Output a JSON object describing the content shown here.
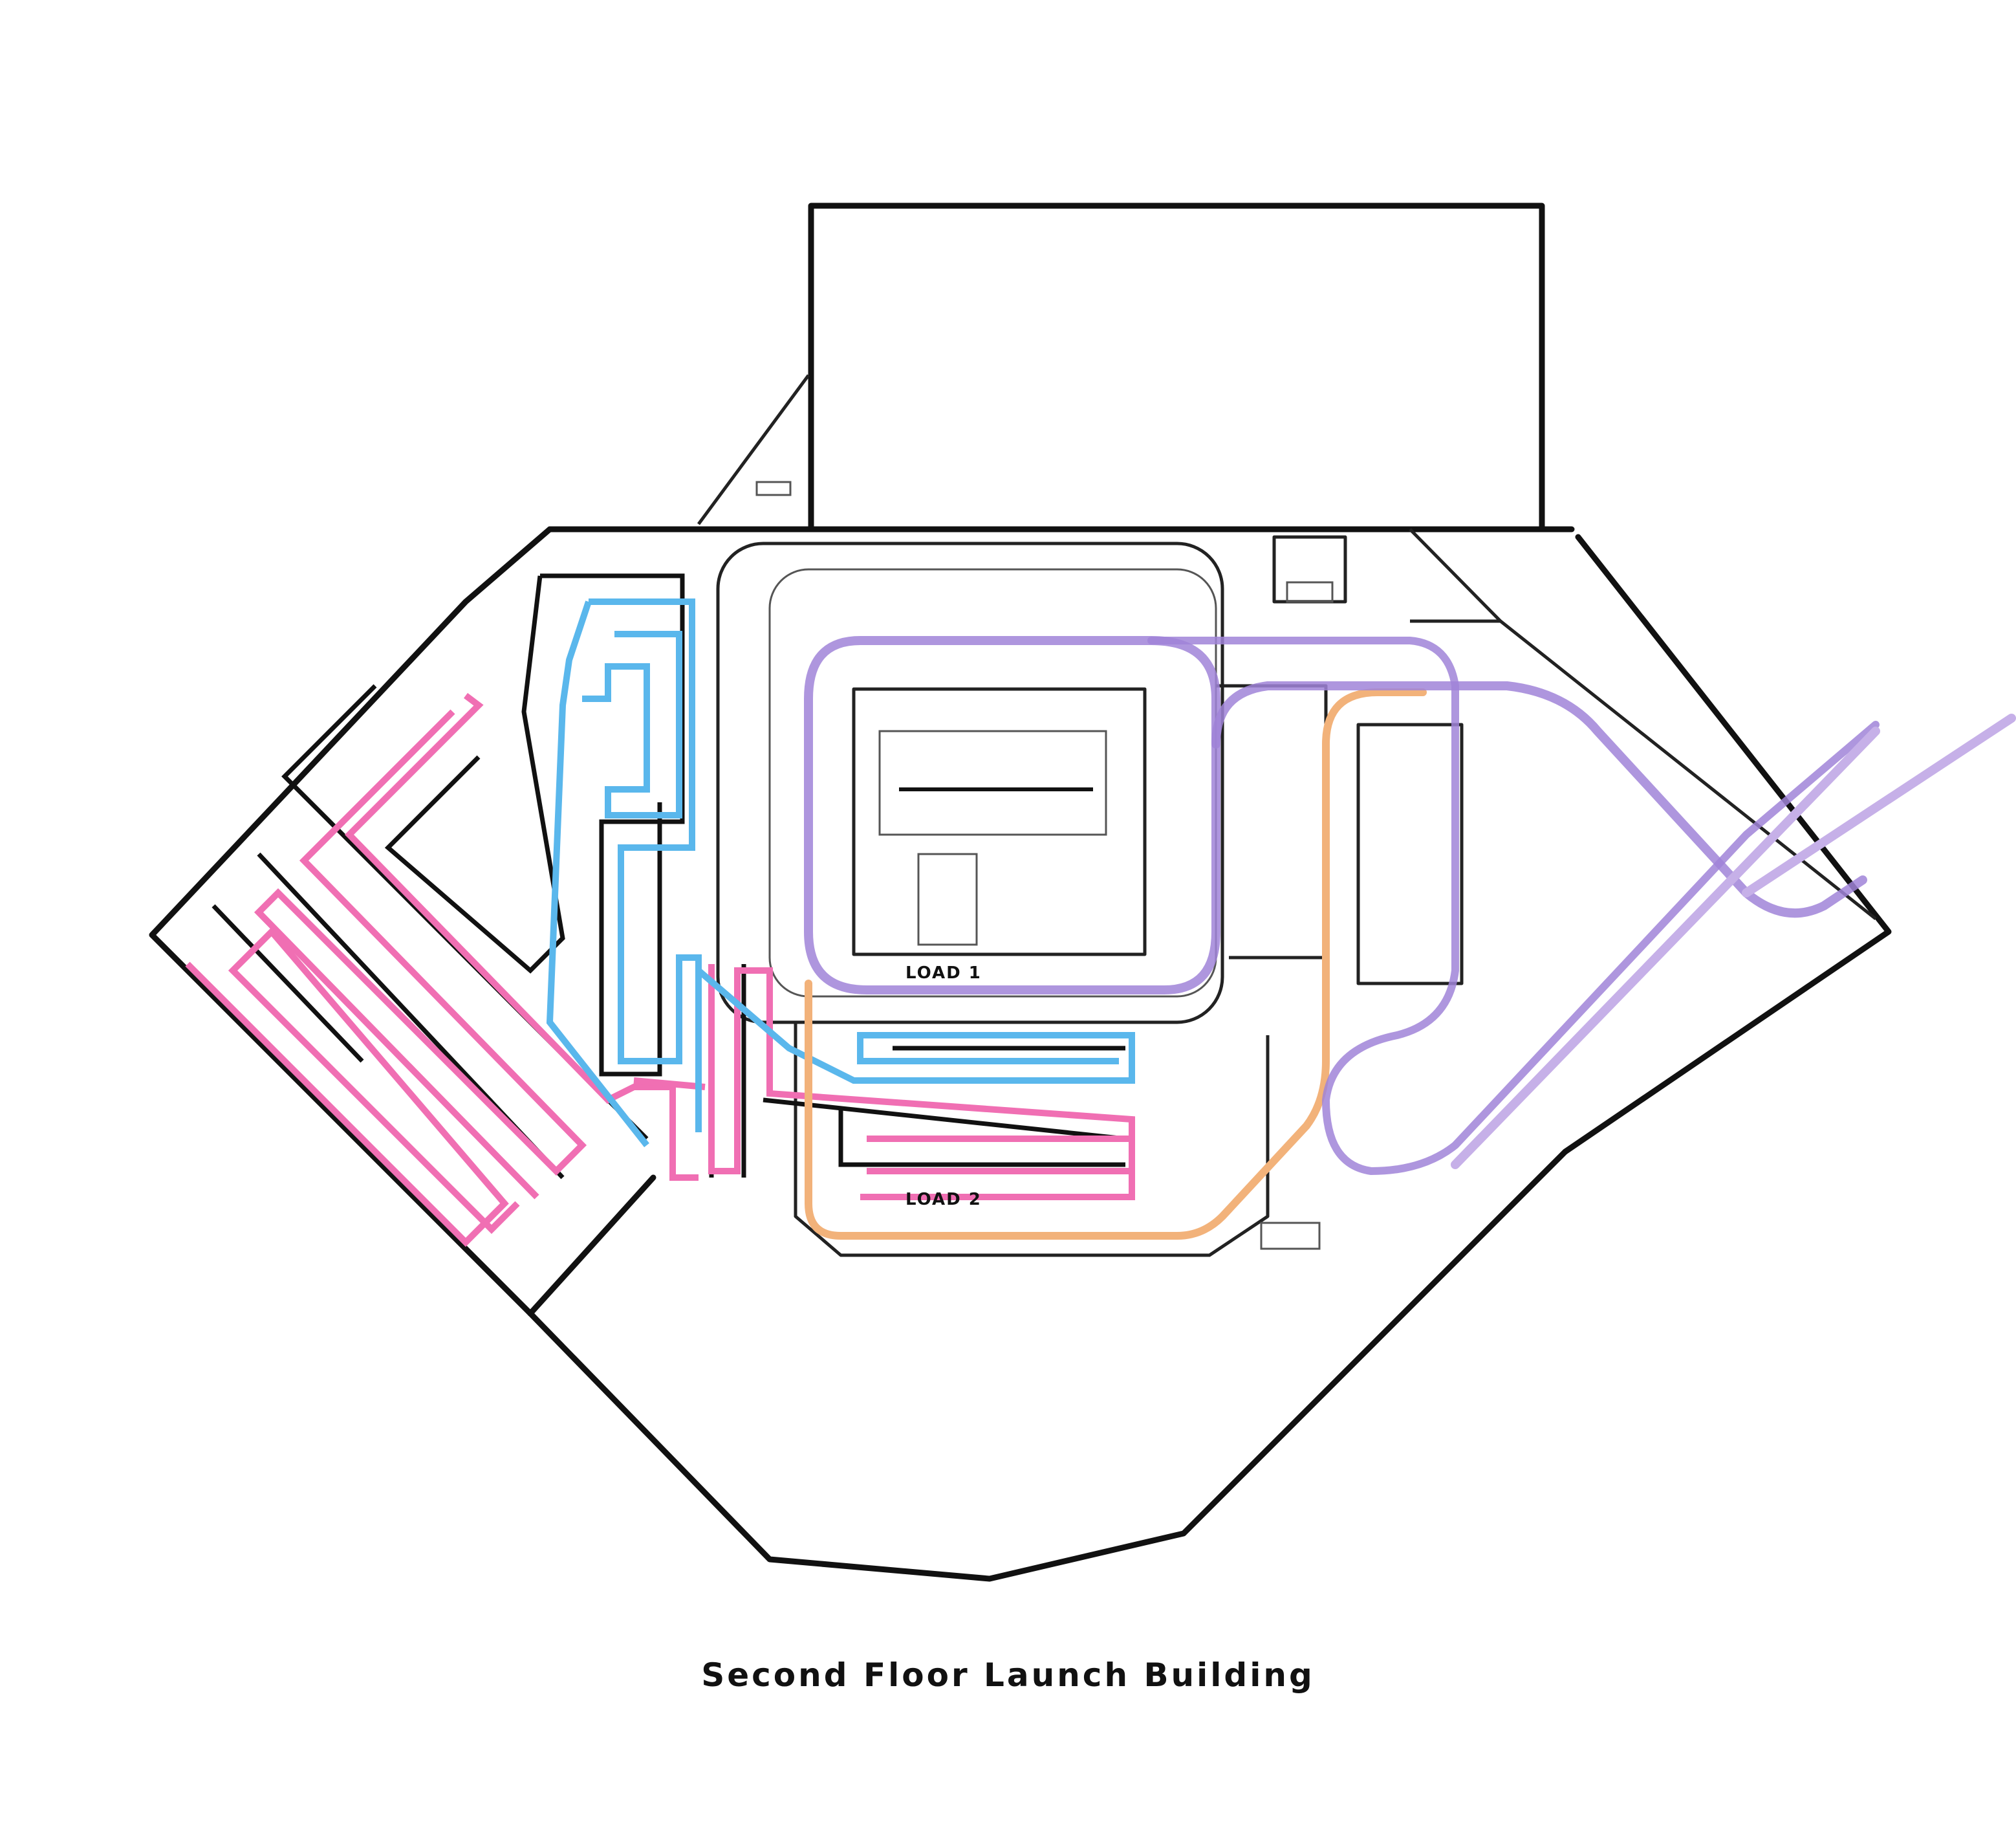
{
  "title": "Second Floor Launch Building",
  "labels": {
    "load_1": "LOAD 1",
    "load_2": "LOAD 2"
  },
  "colors": {
    "pink_queue": "#f06fb3",
    "blue_queue": "#5ab7ec",
    "black_queue": "#111111",
    "purple_track": "#a084d8",
    "purple_track_light": "#c6b0e8",
    "orange_track": "#f2b27a",
    "walls": "#111111"
  }
}
